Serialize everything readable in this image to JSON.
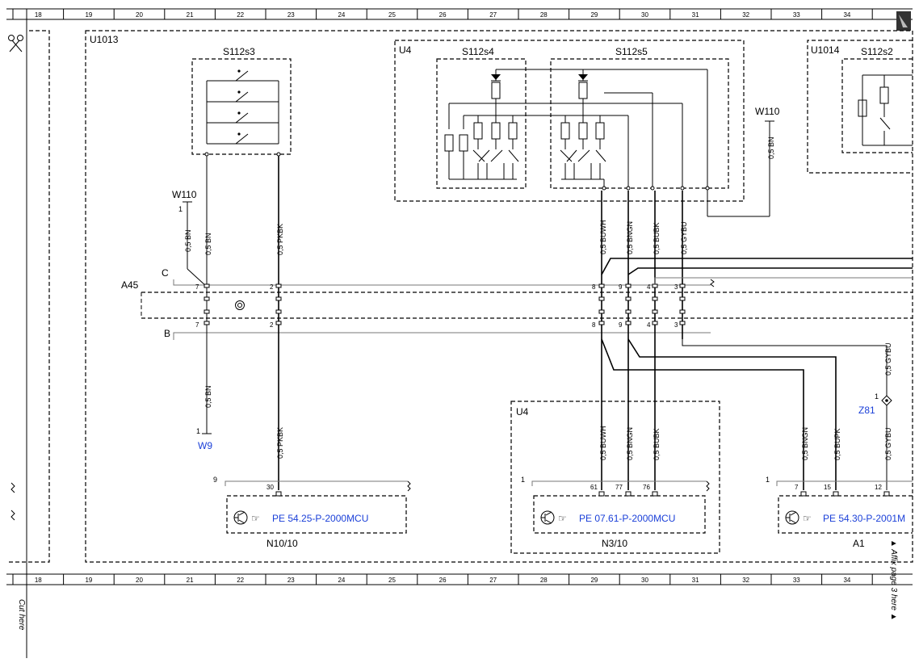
{
  "grid": {
    "columns": [
      "18",
      "19",
      "20",
      "21",
      "22",
      "23",
      "24",
      "25",
      "26",
      "27",
      "28",
      "29",
      "30",
      "31",
      "32",
      "33",
      "34"
    ]
  },
  "labels": {
    "cut_here": "Cut here",
    "affix_here": "▲ Affix page 3 here ▲"
  },
  "modules": {
    "u1013": "U1013",
    "u4_top": "U4",
    "u1014": "U1014",
    "u4_bottom": "U4",
    "s112s3": "S112s3",
    "s112s4": "S112s4",
    "s112s5": "S112s5",
    "s112s2": "S112s2"
  },
  "bus": {
    "name": "A45",
    "upper": "C",
    "lower": "B"
  },
  "w110_left": {
    "name": "W110",
    "pin": "1",
    "wire": "0,5 BN"
  },
  "w110_right": {
    "name": "W110",
    "wire": "0,5 BN"
  },
  "w9": {
    "name": "W9",
    "pin": "1"
  },
  "z81": {
    "name": "Z81",
    "pin": "1"
  },
  "wires": {
    "bn_s3": "0,5 BN",
    "pkbk_s3": "0,5 PKBK",
    "buwh": "0,5 BUWH",
    "bngn": "0,5 BNGN",
    "bubk": "0,5 BUBK",
    "gybu": "0,5 GYBU",
    "bn_w9": "0,5 BN",
    "pkbk_n10": "0,5 PKBK",
    "buwh_n3": "0,5 BUWH",
    "bngn_n3": "0,5 BNGN",
    "bubk_n3": "0,5 BUBK",
    "bngn_a1": "0,5 BNGN",
    "bupk_a1": "0,5 BUPK",
    "gybu_a1": "0,5 GYBU",
    "gybu_z81": "0,5 GYBU"
  },
  "pins": {
    "c7": "7",
    "c2": "2",
    "c8": "8",
    "c9": "9",
    "c4": "4",
    "c3": "3",
    "b7": "7",
    "b2": "2",
    "b8": "8",
    "b9": "9",
    "b4": "4",
    "b3": "3",
    "n10_30": "30",
    "n3_61": "61",
    "n3_77": "77",
    "n3_76": "76",
    "a1_7": "7",
    "a1_15": "15",
    "a1_12": "12"
  },
  "controllers": [
    {
      "id": "N10/10",
      "count": "9",
      "ref": "PE 54.25-P-2000MCU"
    },
    {
      "id": "N3/10",
      "count": "1",
      "ref": "PE 07.61-P-2000MCU"
    },
    {
      "id": "A1",
      "count": "1",
      "ref": "PE 54.30-P-2001M"
    }
  ]
}
